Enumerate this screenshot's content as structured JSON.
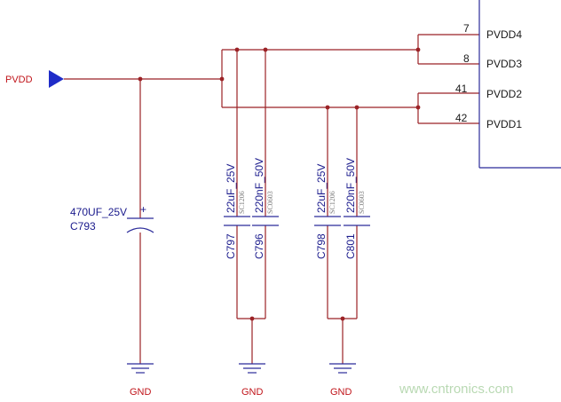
{
  "net": {
    "input_label": "PVDD"
  },
  "chip": {
    "pins": [
      {
        "number": "7",
        "name": "PVDD4"
      },
      {
        "number": "8",
        "name": "PVDD3"
      },
      {
        "number": "41",
        "name": "PVDD2"
      },
      {
        "number": "42",
        "name": "PVDD1"
      }
    ]
  },
  "bulk_cap": {
    "value": "470UF_25V",
    "ref": "C793",
    "polarity": "+"
  },
  "caps": [
    {
      "ref": "C797",
      "value": "22uF_25V",
      "package": "SC1206"
    },
    {
      "ref": "C796",
      "value": "220nF_50V",
      "package": "SC0603"
    },
    {
      "ref": "C798",
      "value": "22uF_25V",
      "package": "SC1206"
    },
    {
      "ref": "C801",
      "value": "220nF_50V",
      "package": "SC0603"
    }
  ],
  "grounds": [
    "GND",
    "GND",
    "GND"
  ],
  "watermark": "www.cntronics.com",
  "colors": {
    "wire": "#9b2226",
    "part": "#2b2b9a",
    "net_label": "#c0141a"
  }
}
